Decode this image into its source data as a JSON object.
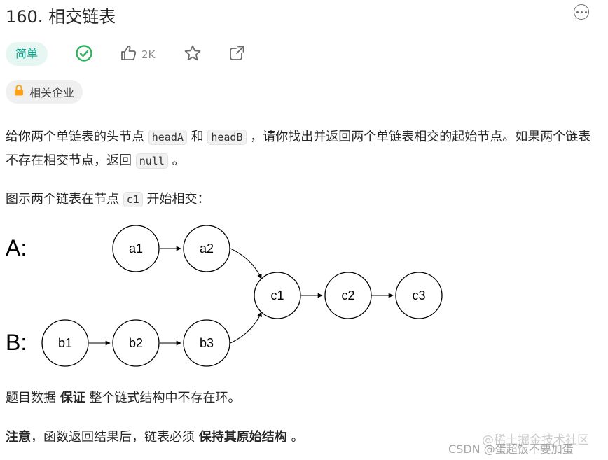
{
  "problem": {
    "title": "160. 相交链表",
    "difficulty": "简单",
    "like_count": "2K",
    "company_tag": "相关企业"
  },
  "description": {
    "p1_a": "给你两个单链表的头节点 ",
    "p1_code1": "headA",
    "p1_b": " 和 ",
    "p1_code2": "headB",
    "p1_c": " ，请你找出并返回两个单链表相交的起始节点。如果两个链表不存在相交节点，返回 ",
    "p1_code3": "null",
    "p1_d": " 。",
    "p2_a": "图示两个链表在节点 ",
    "p2_code": "c1",
    "p2_b": " 开始相交：",
    "p3_a": "题目数据 ",
    "p3_bold": "保证",
    "p3_b": " 整个链式结构中不存在环。",
    "p4_bold1": "注意",
    "p4_a": "，函数返回结果后，链表必须 ",
    "p4_bold2": "保持其原始结构",
    "p4_b": " 。"
  },
  "diagram": {
    "label_a": "A:",
    "label_b": "B:",
    "nodes": [
      "a1",
      "a2",
      "b1",
      "b2",
      "b3",
      "c1",
      "c2",
      "c3"
    ]
  },
  "watermark": {
    "line1": "@稀土掘金技术社区",
    "line2": "CSDN @蛋超饭不要加蛋"
  },
  "icons": {
    "solved": "check-circle-icon",
    "like": "thumbs-up-icon",
    "favorite": "star-icon",
    "share": "share-icon",
    "more": "more-icon",
    "lock": "lock-icon"
  },
  "colors": {
    "difficulty_easy": "#00a88a",
    "difficulty_bg": "#e6f7f3",
    "lock": "#ffa116"
  }
}
